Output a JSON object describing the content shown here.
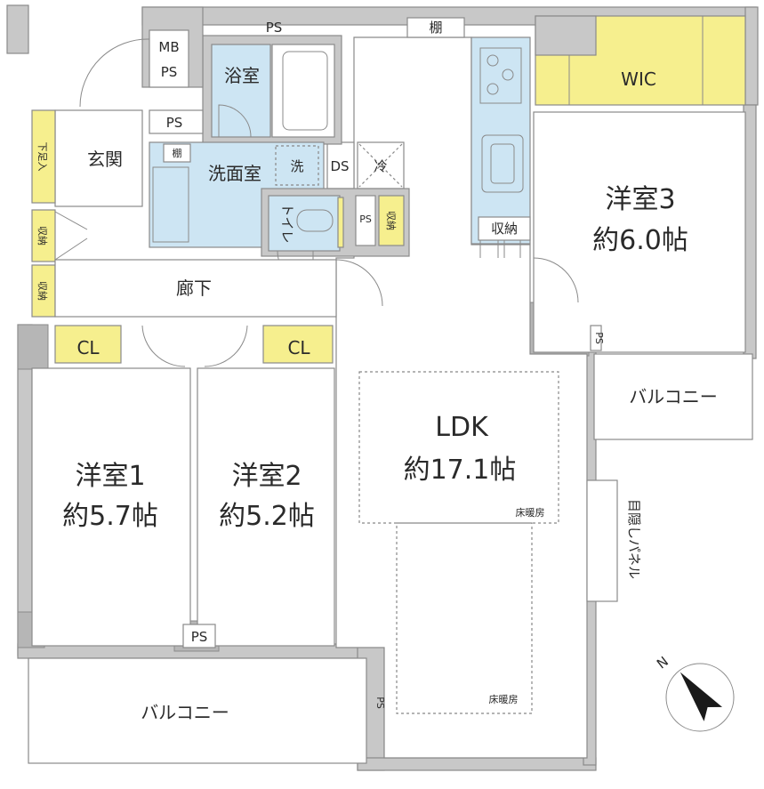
{
  "rooms": {
    "ldk_name": "LDK",
    "ldk_area": "約17.1帖",
    "room1_name": "洋室1",
    "room1_area": "約5.7帖",
    "room2_name": "洋室2",
    "room2_area": "約5.2帖",
    "room3_name": "洋室3",
    "room3_area": "約6.0帖",
    "bath": "浴室",
    "washroom": "洗面室",
    "entrance": "玄関",
    "corridor": "廊下",
    "toilet": "トイレ",
    "wic": "WIC",
    "cl_left": "CL",
    "cl_right": "CL",
    "balcony_south": "バルコニー",
    "balcony_east": "バルコニー"
  },
  "fixtures": {
    "mb": "MB",
    "ps": "PS",
    "ds": "DS",
    "shelf": "棚",
    "washer": "洗",
    "fridge": "冷",
    "storage": "収納",
    "shoe_rack": "下足入",
    "floor_heating": "床暖房",
    "screen_panel": "目隠しパネル"
  },
  "compass": {
    "north_label": "N"
  },
  "colors": {
    "wall": "#c8c8c8",
    "wet_area": "#cde5f3",
    "storage": "#f6ef8e",
    "line": "#8a8a8a"
  }
}
